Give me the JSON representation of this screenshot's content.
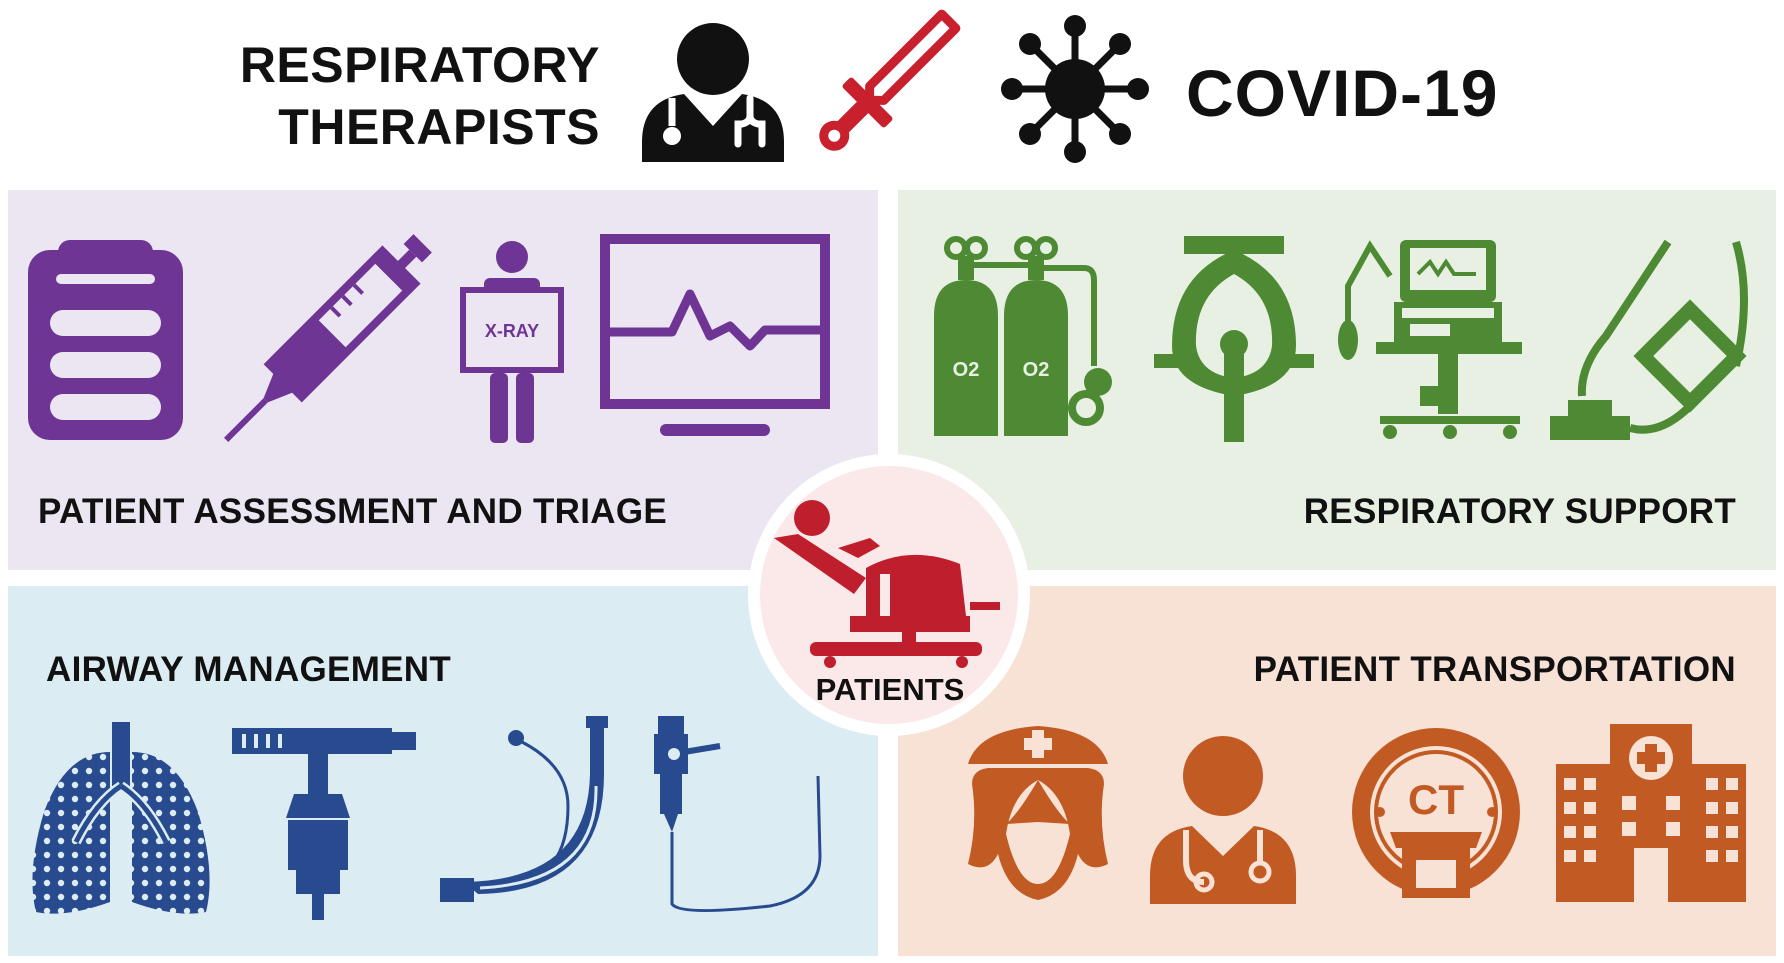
{
  "header": {
    "left_title_line1": "RESPIRATORY",
    "left_title_line2": "THERAPISTS",
    "right_title": "COVID-19",
    "icons": [
      "doctor-icon",
      "sword-icon",
      "virus-icon"
    ]
  },
  "panels": {
    "assessment": {
      "label": "PATIENT ASSESSMENT AND TRIAGE",
      "color": "#6e3595",
      "background": "#ebe6f2",
      "xray_label": "X-RAY",
      "icons": [
        "clipboard-icon",
        "syringe-icon",
        "xray-icon",
        "monitor-icon"
      ]
    },
    "support": {
      "label": "RESPIRATORY SUPPORT",
      "color": "#4e8a34",
      "background": "#e7f0e2",
      "cylinder_label": "O2",
      "icons": [
        "oxygen-cylinders-icon",
        "face-mask-icon",
        "ventilator-icon",
        "resuscitator-bag-icon"
      ]
    },
    "airway": {
      "label": "AIRWAY MANAGEMENT",
      "color": "#274b8e",
      "background": "#dcecf3",
      "icons": [
        "lungs-icon",
        "laryngoscope-icon",
        "endotracheal-tube-icon",
        "bronchoscope-icon"
      ]
    },
    "transport": {
      "label": "PATIENT TRANSPORTATION",
      "color": "#c15a23",
      "background": "#f8e1d5",
      "ct_label": "CT",
      "icons": [
        "nurse-icon",
        "physician-icon",
        "ct-scanner-icon",
        "hospital-icon"
      ]
    }
  },
  "center": {
    "label": "PATIENTS",
    "color": "#bf1e2d",
    "icon": "patient-bed-icon"
  },
  "accent": {
    "sword_red": "#c8202c",
    "dark": "#111111"
  }
}
